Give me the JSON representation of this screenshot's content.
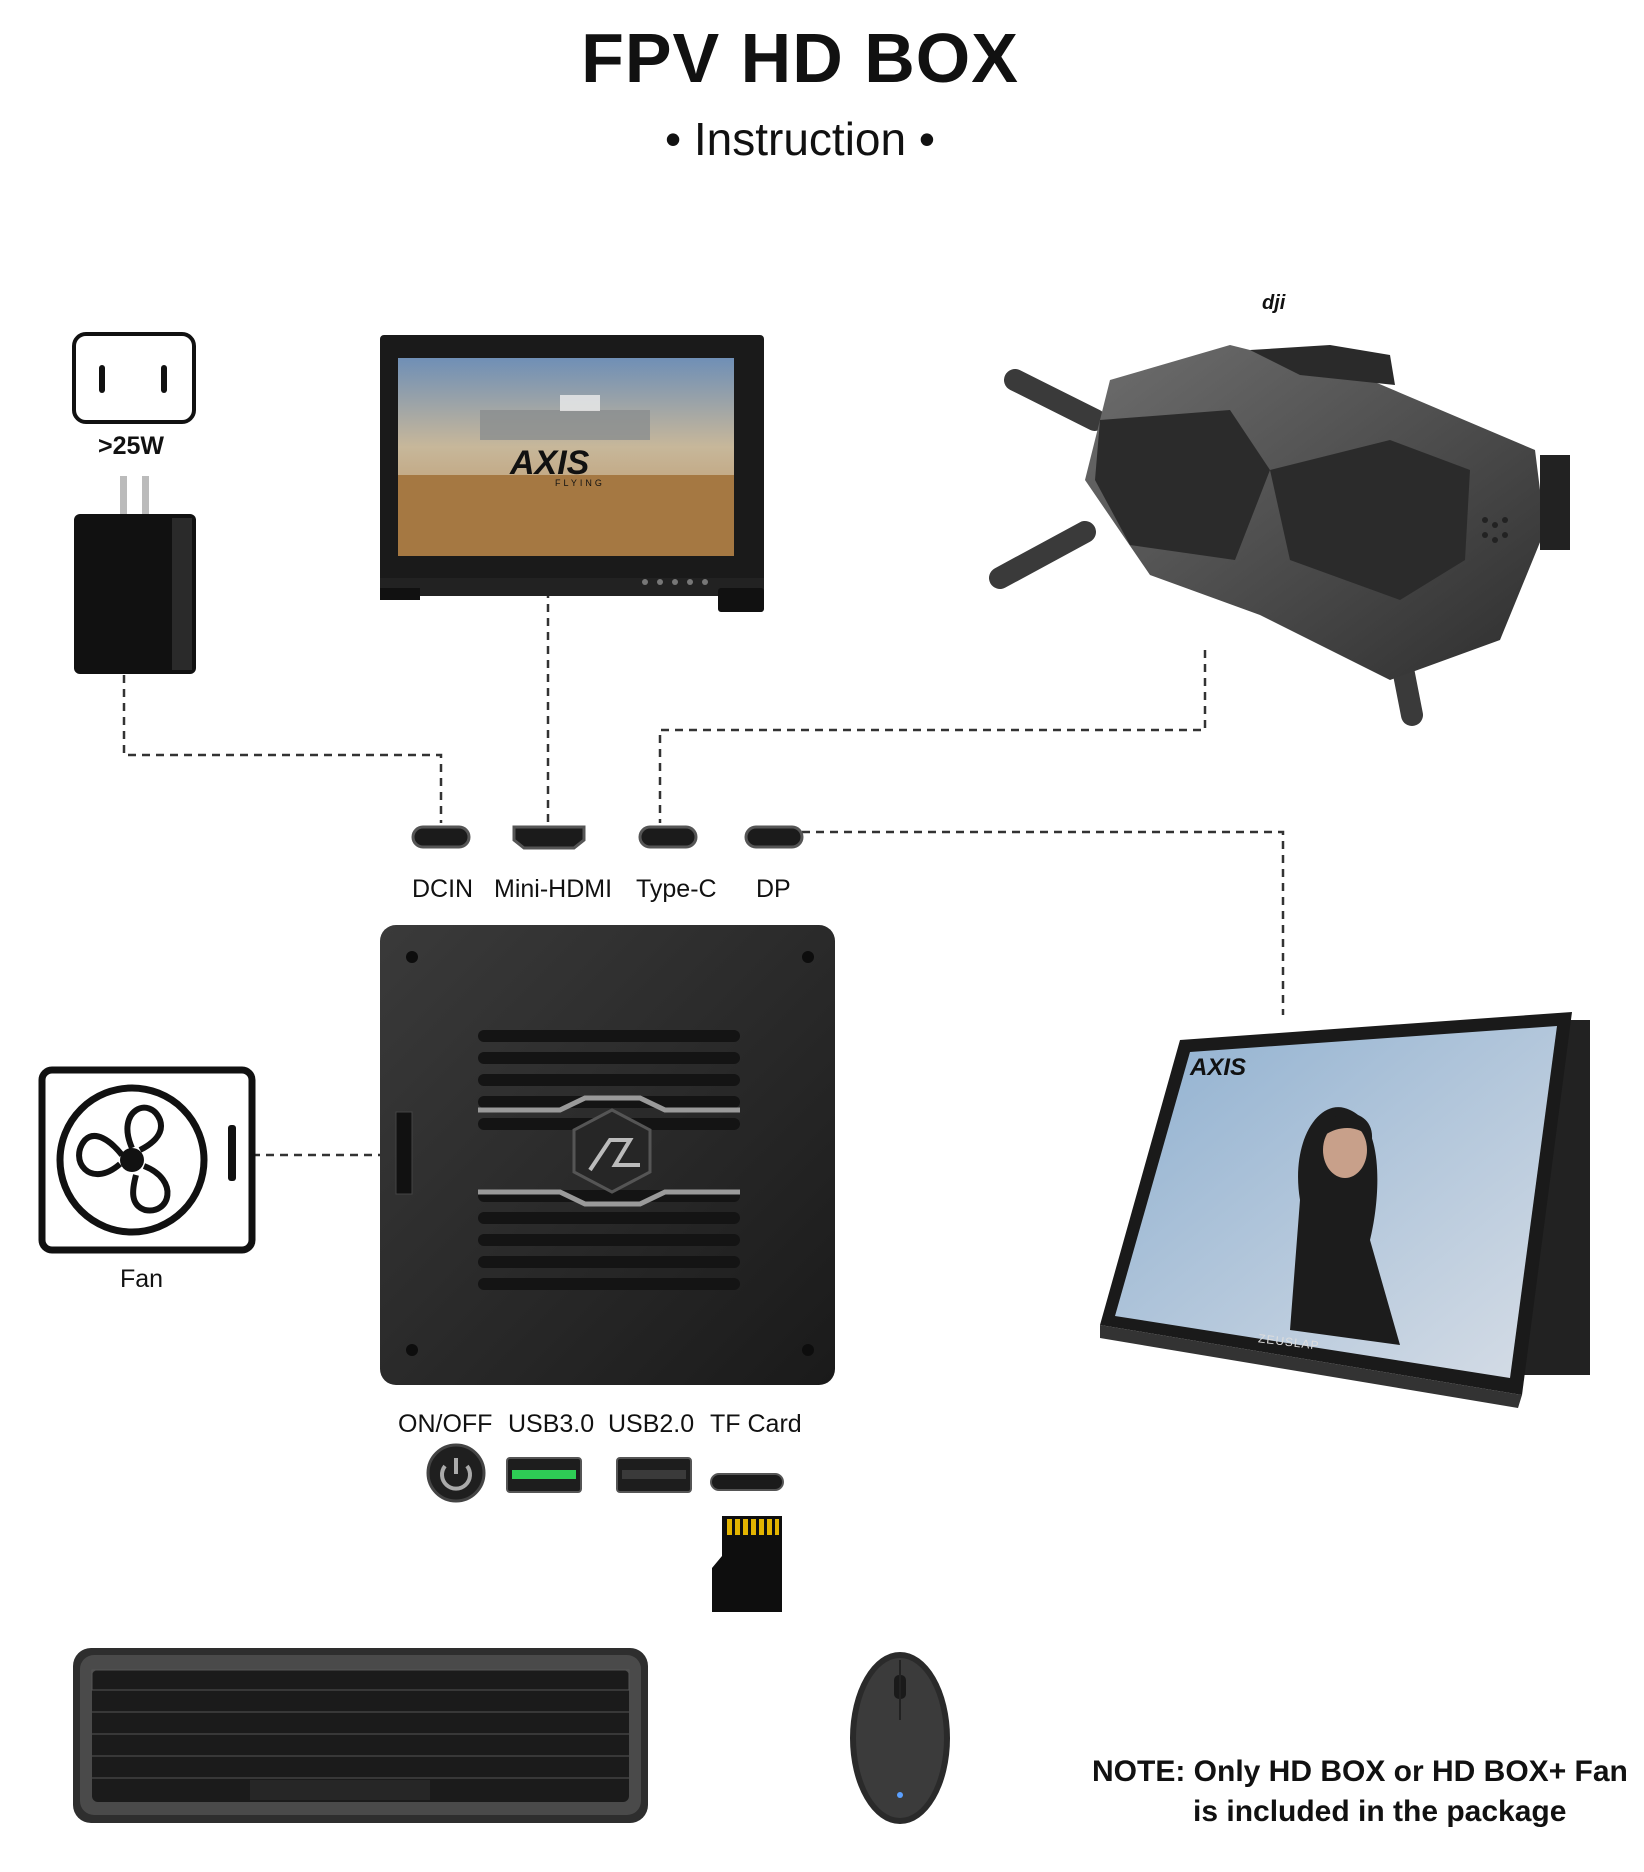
{
  "title": "FPV HD BOX",
  "subtitle": "• Instruction •",
  "power": {
    "label": ">25W"
  },
  "fan": {
    "label": "Fan"
  },
  "ports_top": [
    "DCIN",
    "Mini-HDMI",
    "Type-C",
    "DP"
  ],
  "ports_bottom": [
    "ON/OFF",
    "USB3.0",
    "USB2.0",
    "TF Card"
  ],
  "monitor": {
    "brand": "AXIS",
    "brand_sub": "FLYING"
  },
  "portable_display": {
    "brand": "AXIS",
    "footer": "ZEUSLAP"
  },
  "goggles": {
    "brand": "dji"
  },
  "note": {
    "line1": "NOTE: Only HD BOX or HD BOX+ Fan",
    "line2": "is included in the package"
  },
  "colors": {
    "line": "#333333",
    "device_dark": "#1e1e1e",
    "usb_green": "#2ecc55"
  }
}
